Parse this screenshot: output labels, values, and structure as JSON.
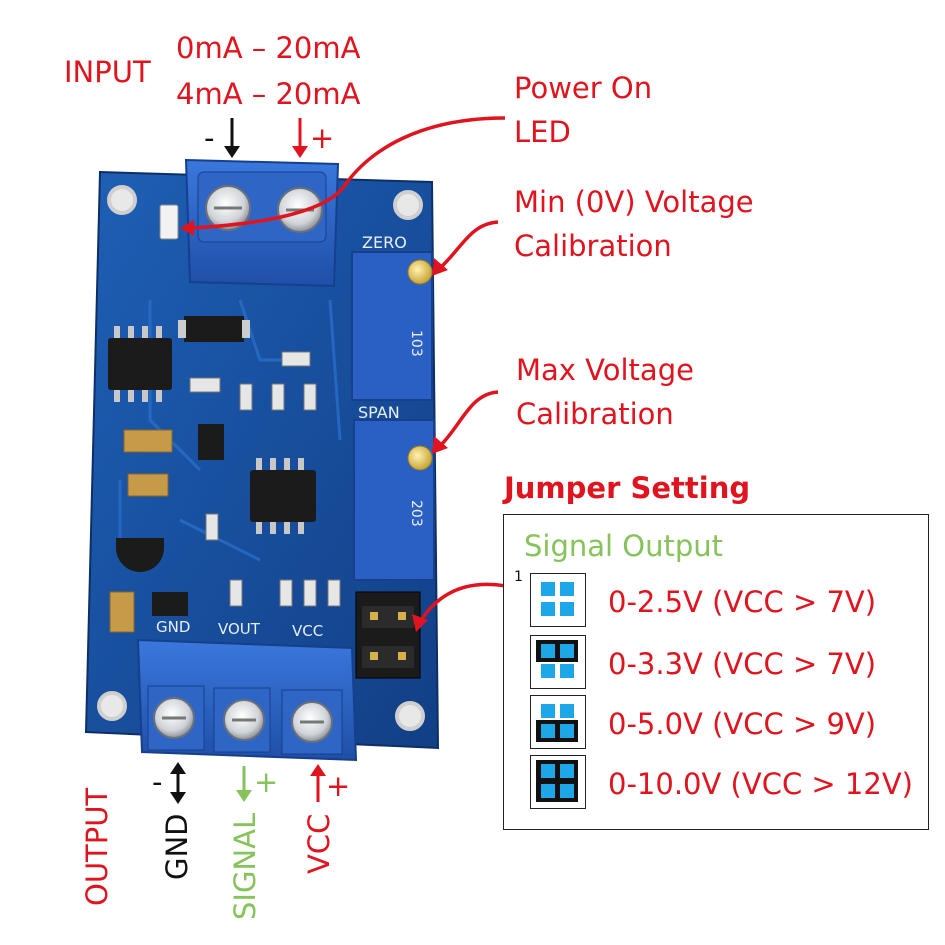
{
  "input": {
    "title": "INPUT",
    "range_1": "0mA – 20mA",
    "range_2": "4mA – 20mA",
    "minus": "-",
    "plus": "+"
  },
  "callouts": {
    "power_on_line1": "Power On",
    "power_on_line2": "LED",
    "min_line1": "Min (0V) Voltage",
    "min_line2": "Calibration",
    "max_line1": "Max Voltage",
    "max_line2": "Calibration"
  },
  "jumper": {
    "heading": "Jumper Setting",
    "panel_title": "Signal Output",
    "pin_marker": "1",
    "options": [
      {
        "label": "0-2.5V (VCC > 7V)",
        "top_bridge": false,
        "bottom_bridge": false
      },
      {
        "label": "0-3.3V (VCC > 7V)",
        "top_bridge": true,
        "bottom_bridge": false
      },
      {
        "label": "0-5.0V (VCC > 9V)",
        "top_bridge": false,
        "bottom_bridge": true
      },
      {
        "label": "0-10.0V (VCC > 12V)",
        "top_bridge": true,
        "bottom_bridge": true
      }
    ]
  },
  "output": {
    "title": "OUTPUT",
    "gnd": "GND",
    "signal": "SIGNAL",
    "vcc": "VCC",
    "minus": "-",
    "plus_signal": "+",
    "plus_vcc": "+"
  },
  "board_silkscreen": {
    "zero": "ZERO",
    "span": "SPAN",
    "gnd": "GND",
    "vout": "VOUT",
    "vcc": "VCC",
    "pot1_code": "103",
    "pot2_code": "203"
  },
  "colors": {
    "red": "#e0141e",
    "green": "#86c35a",
    "pcb_blue": "#1a4f9c",
    "terminal_blue": "#2c63c8",
    "jumper_cyan": "#1ea7e8"
  }
}
